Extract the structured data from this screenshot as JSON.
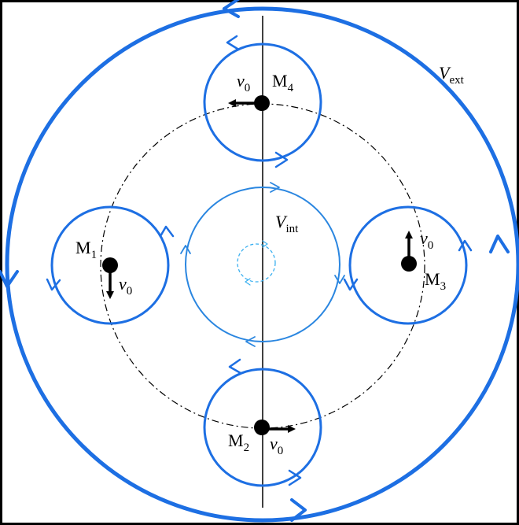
{
  "colors": {
    "vortex_blue": "#1d6fe3",
    "inner_blue": "#2a86e0",
    "core_blue": "#3ab0f0",
    "ink": "#000000",
    "frame": "#000000"
  },
  "labels": {
    "v_ext": {
      "main": "V",
      "sub": "ext"
    },
    "v_int": {
      "main": "V",
      "sub": "int"
    },
    "m1": {
      "main": "M",
      "sub": "1"
    },
    "m2": {
      "main": "M",
      "sub": "2"
    },
    "m3": {
      "main": "M",
      "sub": "3"
    },
    "m4": {
      "main": "M",
      "sub": "4"
    },
    "v0_m1": {
      "main": "v",
      "sub": "0"
    },
    "v0_m2": {
      "main": "v",
      "sub": "0"
    },
    "v0_m3": {
      "main": "v",
      "sub": "0"
    },
    "v0_m4": {
      "main": "v",
      "sub": "0"
    }
  },
  "icons": {
    "point_mass": "filled-circle-icon",
    "velocity": "arrow-icon",
    "flow_direction": "chevron-arrowhead-icon"
  }
}
